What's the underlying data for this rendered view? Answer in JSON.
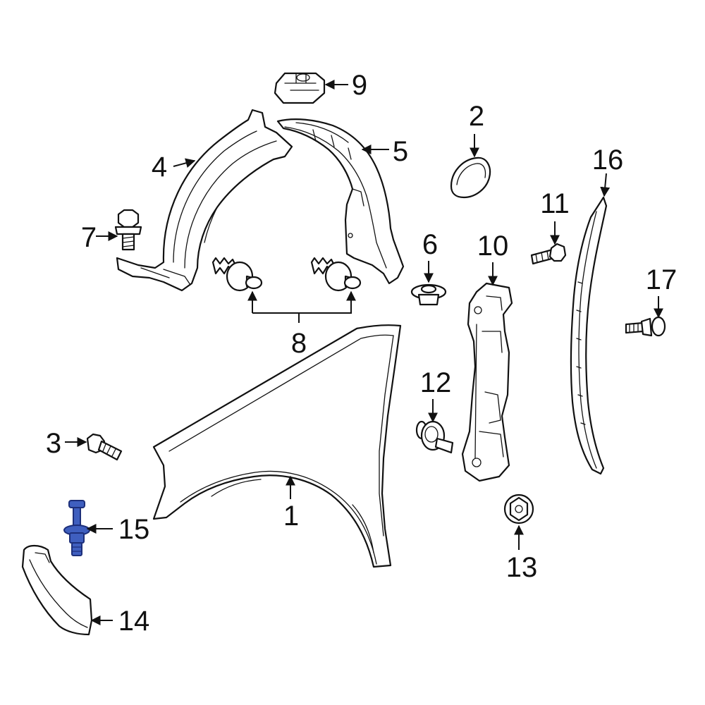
{
  "diagram": {
    "accent_color": "#3f5fbf",
    "line_color": "#111111",
    "highlighted_part": "15",
    "callouts": {
      "c1": "1",
      "c2": "2",
      "c3": "3",
      "c4": "4",
      "c5": "5",
      "c6": "6",
      "c7": "7",
      "c8": "8",
      "c9": "9",
      "c10": "10",
      "c11": "11",
      "c12": "12",
      "c13": "13",
      "c14": "14",
      "c15": "15",
      "c16": "16",
      "c17": "17"
    }
  }
}
